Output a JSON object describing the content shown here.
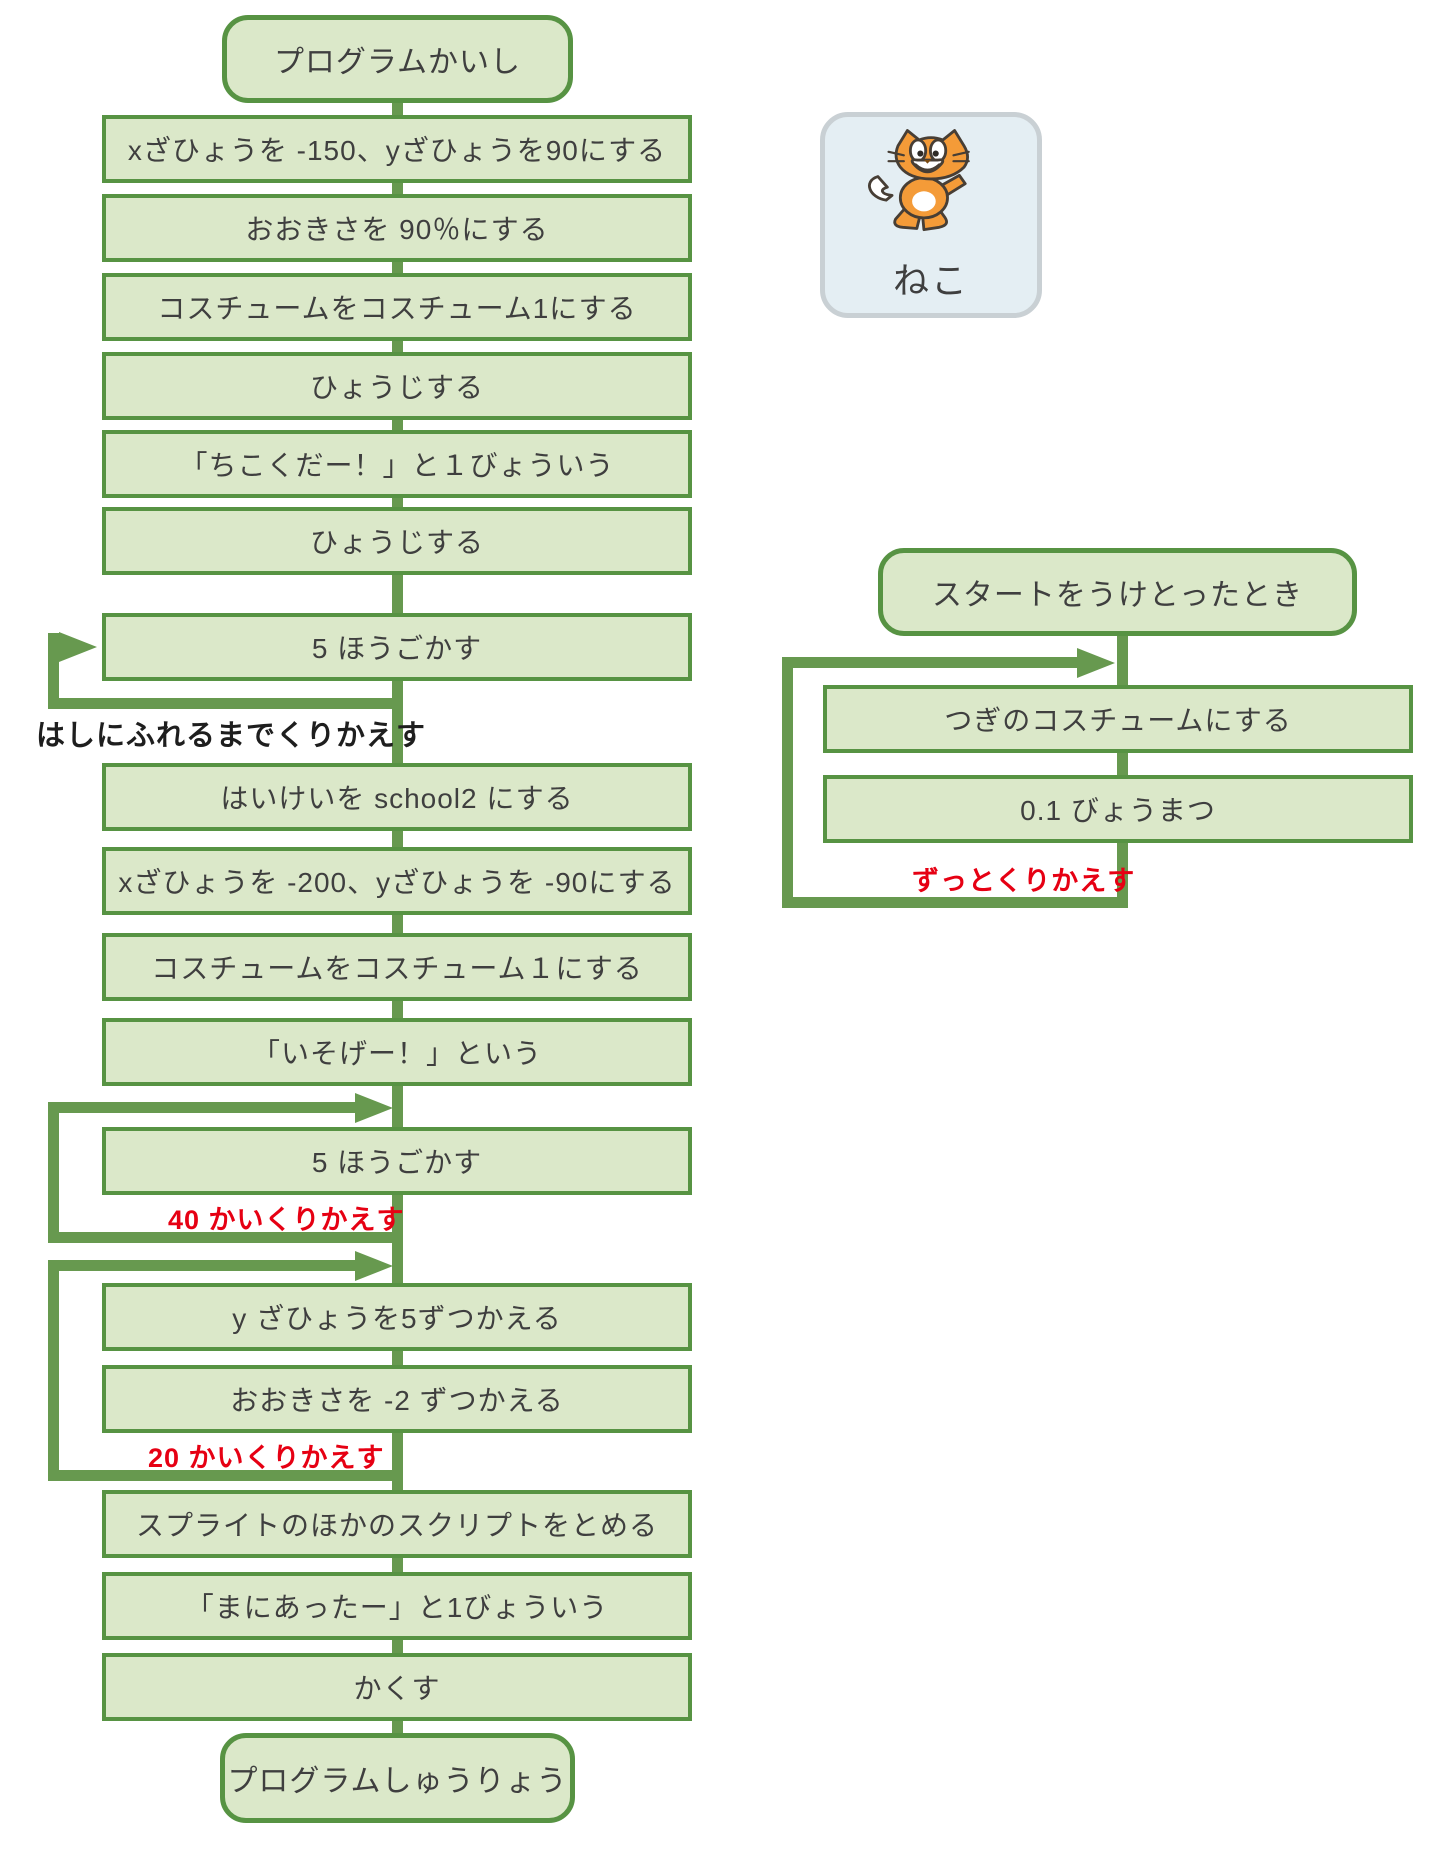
{
  "colors": {
    "box_fill": "#dbe8c9",
    "box_border": "#579343",
    "connector_green": "#67994f",
    "loop_caption_red": "#e60013",
    "loop_caption_black": "#1e1e1e",
    "label_text": "#3f3f3f",
    "card_fill": "#e4eef3",
    "card_border": "#c9d0d4",
    "cat_orange": "#f49b38"
  },
  "left_flow": {
    "start": "プログラムかいし",
    "end": "プログラムしゅうりょう",
    "steps": [
      "xざひょうを -150、yざひょうを90にする",
      "おおきさを 90％にする",
      "コスチュームをコスチューム1にする",
      "ひょうじする",
      "「ちこくだー！」と１びょういう",
      "ひょうじする",
      "5 ほうごかす",
      "はいけいを school2 にする",
      "xざひょうを -200、yざひょうを -90にする",
      "コスチュームをコスチューム１にする",
      "「いそげー！」という",
      "5 ほうごかす",
      "y ざひょうを5ずつかえる",
      "おおきさを -2 ずつかえる",
      "スプライトのほかのスクリプトをとめる",
      "「まにあったー」と1びょういう",
      "かくす"
    ],
    "loops": {
      "until_edge": "はしにふれるまでくりかえす",
      "repeat40": "40 かいくりかえす",
      "repeat20": "20 かいくりかえす"
    }
  },
  "sprite_card": {
    "label": "ねこ",
    "icon": "scratch-cat"
  },
  "right_flow": {
    "start": "スタートをうけとったとき",
    "steps": [
      "つぎのコスチュームにする",
      "0.1 びょうまつ"
    ],
    "loop_forever": "ずっとくりかえす"
  }
}
